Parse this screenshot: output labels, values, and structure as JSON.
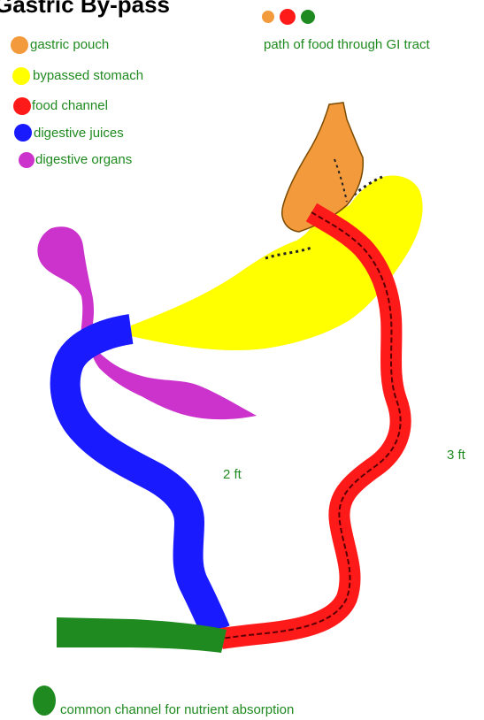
{
  "title": "Gastric By-pass",
  "legend": {
    "gastric_pouch": {
      "label": "gastric pouch",
      "color": "#f39a3c"
    },
    "bypassed_stomach": {
      "label": "bypassed stomach",
      "color": "#ffff00"
    },
    "food_channel": {
      "label": "food channel",
      "color": "#ff1a1a"
    },
    "digestive_juices": {
      "label": "digestive juices",
      "color": "#1a1aff"
    },
    "digestive_organs": {
      "label": "digestive organs",
      "color": "#cc33cc"
    }
  },
  "path_legend": {
    "label": "path of food through GI tract"
  },
  "measurements": {
    "juice_limb": "2 ft",
    "food_limb": "3 ft"
  },
  "common_channel": {
    "label": "common channel for nutrient absorption",
    "color": "#1f8a1f"
  }
}
